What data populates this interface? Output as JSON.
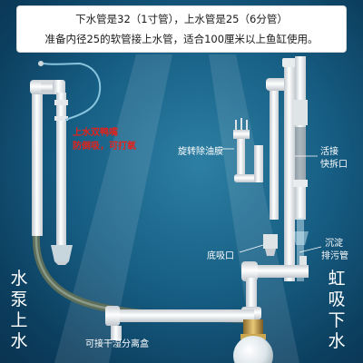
{
  "header": {
    "line1": "下水管是32（1寸管），上水管是25（6分管）",
    "line2": "准备内径25的软管接上水管，适合100厘米以上鱼缸使用。"
  },
  "labels": {
    "dual_nozzle": "上水双鸭嘴",
    "anti_suction": "防倒吸，可打氧",
    "oil_film": "旋转除油膜",
    "quick_release_1": "活接",
    "quick_release_2": "快拆口",
    "bottom_suction": "底吸口",
    "sediment_1": "沉淀",
    "sediment_2": "排污管",
    "separator_box": "可接干湿分离盒"
  },
  "side_labels": {
    "left": [
      "水",
      "泵",
      "上",
      "水"
    ],
    "right": [
      "虹",
      "吸",
      "下",
      "水"
    ]
  },
  "colors": {
    "water_top": "#2d7fa3",
    "water_deep": "#0c3f5f",
    "pipe": "#f2f2f2",
    "accent_red": "#e0231c"
  }
}
